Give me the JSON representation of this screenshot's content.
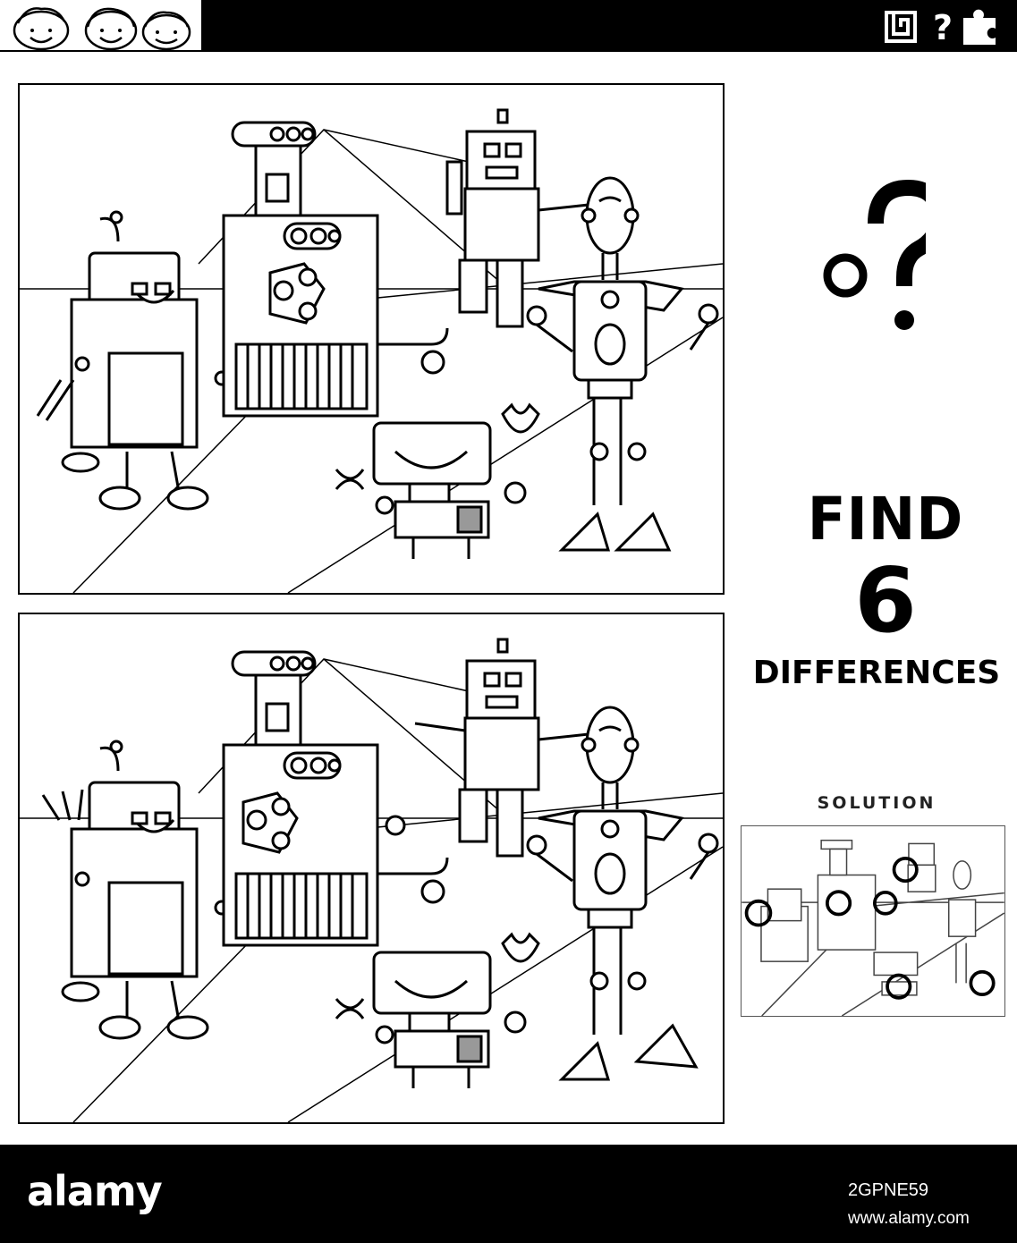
{
  "header": {
    "kids_icon": "children-faces-icon",
    "category_icons": [
      "maze-icon",
      "question-icon",
      "puzzle-icon"
    ]
  },
  "side_panel": {
    "icon": "circle-question-mark-icon",
    "find_label": "FIND",
    "count": "6",
    "differences_label": "DIFFERENCES",
    "solution_label": "SOLUTION"
  },
  "footer": {
    "brand": "alamy",
    "image_id": "2GPNE59",
    "site": "www.alamy.com",
    "watermark": "alamy"
  },
  "colors": {
    "ink": "#000000",
    "paper": "#ffffff",
    "footer_bg": "#000000"
  }
}
